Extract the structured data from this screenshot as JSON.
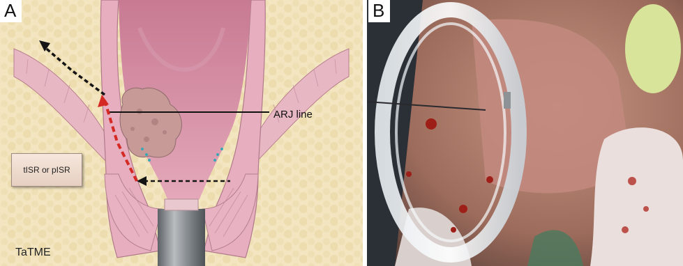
{
  "panel_a": {
    "letter": "A",
    "line_label": "ARJ line",
    "box_label": "tISR or pISR",
    "approach_label": "TaTME"
  },
  "panel_b": {
    "letter": "B"
  },
  "colors": {
    "tissue_background": "#f3e8c3",
    "wall_pink": "#e7b2c1",
    "lumen": "#d98fa6",
    "red_arrow": "#d52a24",
    "dark_arrow": "#141414",
    "instrument_metal": "#8d9296",
    "ring_clear": "#eef3f6"
  }
}
